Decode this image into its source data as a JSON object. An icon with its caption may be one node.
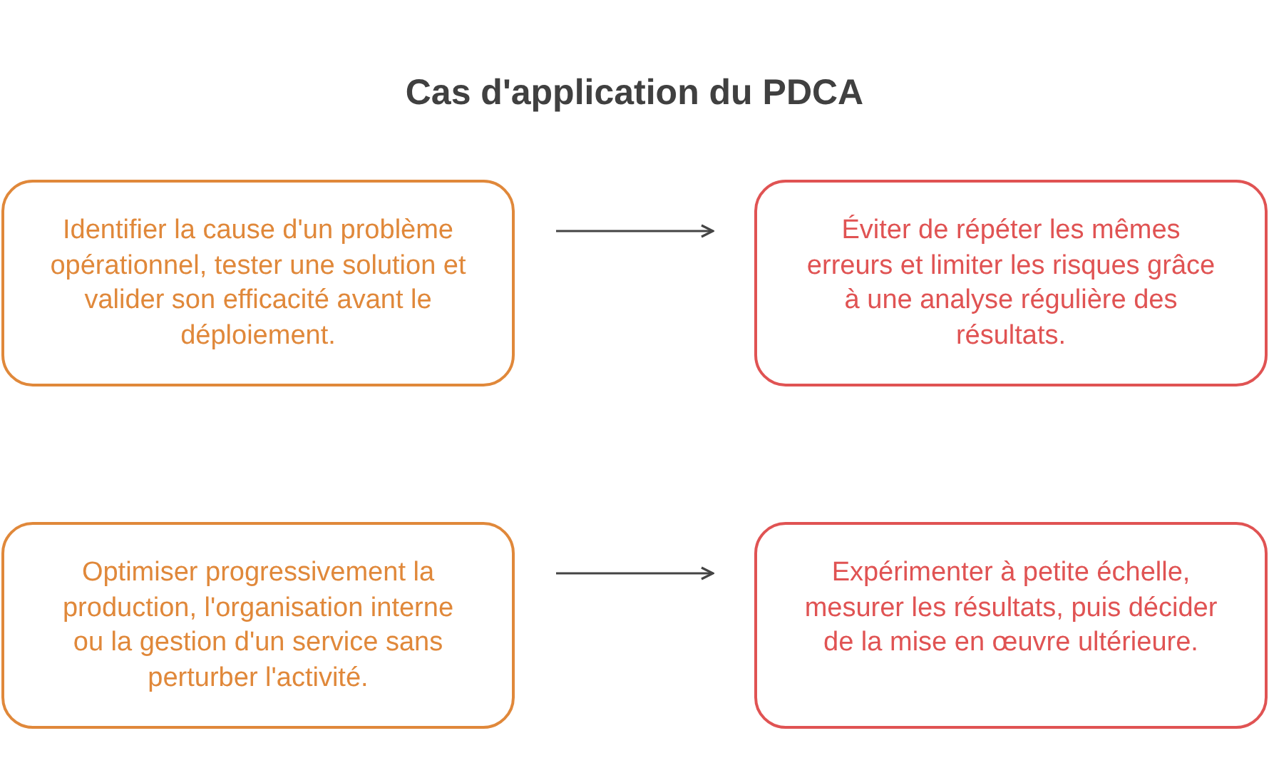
{
  "diagram": {
    "title": "Cas d'application du PDCA",
    "nodes": [
      {
        "text": [
          "Identifier la cause d'un problème opérationnel, tester une solution et valider son efficacité avant le déploiement."
        ]
      },
      {
        "text": [
          "Éviter de répéter les mêmes erreurs et limiter les risques grâce à une analyse régulière des résultats."
        ]
      },
      {
        "text": [
          "Optimiser progressivement la production, l'organisation interne ou la gestion d'un service sans perturber l'activité."
        ]
      },
      {
        "text": [
          "Expérimenter à petite échelle, mesurer les résultats, puis décider de la mise en œuvre ultérieure."
        ]
      }
    ],
    "edges": [
      {
        "from": 0,
        "to": 1,
        "arrow": "to"
      },
      {
        "from": 2,
        "to": 3,
        "arrow": "to"
      }
    ]
  }
}
